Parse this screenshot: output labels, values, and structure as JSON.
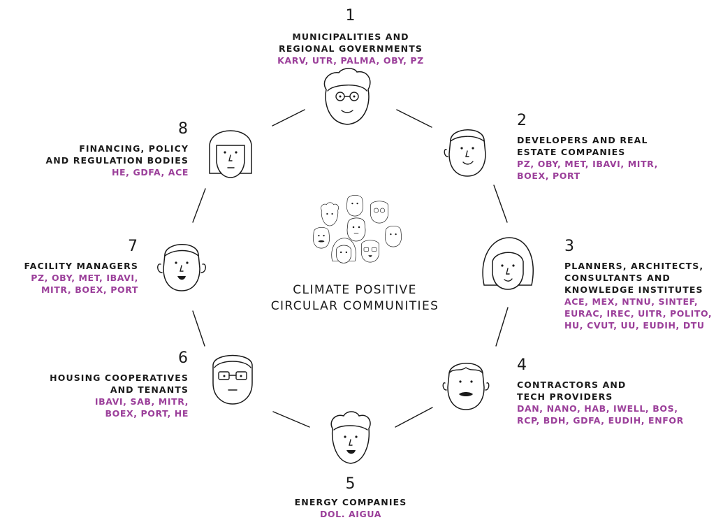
{
  "center": {
    "label": "CLIMATE POSITIVE\nCIRCULAR COMMUNITIES"
  },
  "groups": [
    {
      "number": "1",
      "title": "MUNICIPALITIES AND\nREGIONAL GOVERNMENTS",
      "partners": "KARV, UTR, PALMA, OBY, PZ"
    },
    {
      "number": "2",
      "title": "DEVELOPERS AND REAL\nESTATE COMPANIES",
      "partners": "PZ, OBY, MET, IBAVI, MITR,\nBOEX, PORT"
    },
    {
      "number": "3",
      "title": "PLANNERS, ARCHITECTS,\nCONSULTANTS AND\nKNOWLEDGE INSTITUTES",
      "partners": "ACE, MEX, NTNU, SINTEF,\nEURAC, IREC, UITR, POLITO,\nHU, CVUT, UU, EUDIH, DTU"
    },
    {
      "number": "4",
      "title": "CONTRACTORS AND\nTECH PROVIDERS",
      "partners": "DAN, NANO, HAB, IWELL, BOS,\nRCP, BDH, GDFA, EUDIH, ENFOR"
    },
    {
      "number": "5",
      "title": "ENERGY COMPANIES",
      "partners": "DOL. AIGUA"
    },
    {
      "number": "6",
      "title": "HOUSING COOPERATIVES\nAND TENANTS",
      "partners": "IBAVI, SAB, MITR,\nBOEX, PORT, HE"
    },
    {
      "number": "7",
      "title": "FACILITY MANAGERS",
      "partners": "PZ, OBY, MET, IBAVI,\nMITR, BOEX, PORT"
    },
    {
      "number": "8",
      "title": "FINANCING, POLICY\nAND REGULATION BODIES",
      "partners": "HE, GDFA, ACE"
    }
  ],
  "colors": {
    "partners": "#9b3f9a",
    "ink": "#1a1a1a"
  }
}
